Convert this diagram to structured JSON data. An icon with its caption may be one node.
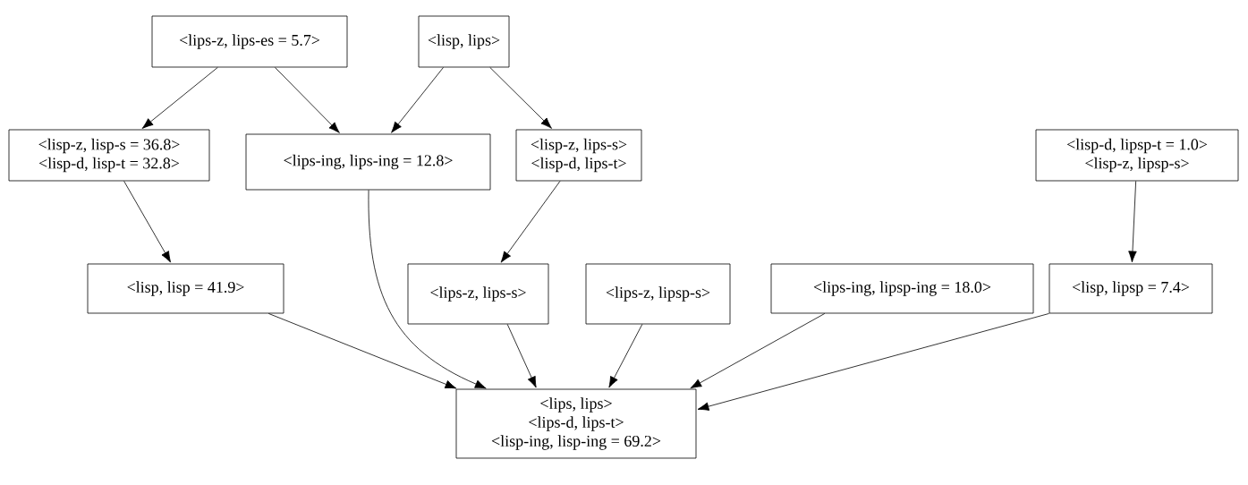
{
  "diagram": {
    "nodes": [
      {
        "text": [
          "<lips-z, lips-es = 5.7>"
        ]
      },
      {
        "text": [
          "<lisp, lips>"
        ]
      },
      {
        "text": [
          "<lisp-z, lisp-s = 36.8>",
          "<lisp-d, lisp-t = 32.8>"
        ]
      },
      {
        "text": [
          "<lips-ing, lips-ing = 12.8>"
        ]
      },
      {
        "text": [
          "<lisp-z, lips-s>",
          "<lisp-d, lips-t>"
        ]
      },
      {
        "text": [
          "<lisp-d, lipsp-t = 1.0>",
          "<lisp-z, lipsp-s>"
        ]
      },
      {
        "text": [
          "<lisp, lisp = 41.9>"
        ]
      },
      {
        "text": [
          "<lips-z, lips-s>"
        ]
      },
      {
        "text": [
          "<lips-z, lipsp-s>"
        ]
      },
      {
        "text": [
          "<lips-ing, lipsp-ing = 18.0>"
        ]
      },
      {
        "text": [
          "<lisp, lipsp = 7.4>"
        ]
      },
      {
        "text": [
          "<lips, lips>",
          "<lips-d, lips-t>",
          "<lisp-ing, lisp-ing = 69.2>"
        ]
      }
    ],
    "edges": [
      {
        "from": 0,
        "to": 2,
        "arrow": "to"
      },
      {
        "from": 0,
        "to": 3,
        "arrow": "to"
      },
      {
        "from": 1,
        "to": 3,
        "arrow": "to"
      },
      {
        "from": 1,
        "to": 4,
        "arrow": "to"
      },
      {
        "from": 2,
        "to": 6,
        "arrow": "to"
      },
      {
        "from": 4,
        "to": 7,
        "arrow": "to"
      },
      {
        "from": 5,
        "to": 10,
        "arrow": "to"
      },
      {
        "from": 3,
        "to": 11,
        "arrow": "to"
      },
      {
        "from": 6,
        "to": 11,
        "arrow": "to"
      },
      {
        "from": 7,
        "to": 11,
        "arrow": "to"
      },
      {
        "from": 8,
        "to": 11,
        "arrow": "to"
      },
      {
        "from": 9,
        "to": 11,
        "arrow": "to"
      },
      {
        "from": 10,
        "to": 11,
        "arrow": "to"
      }
    ]
  }
}
